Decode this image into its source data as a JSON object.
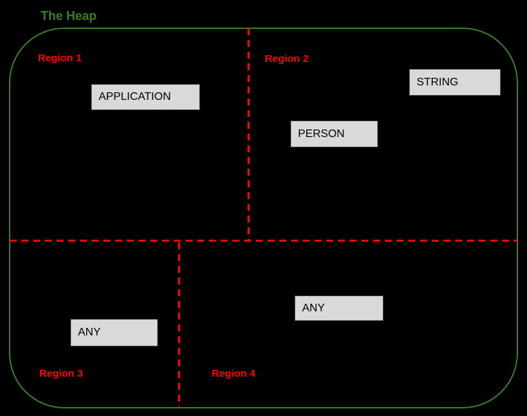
{
  "title": "The Heap",
  "regions": [
    {
      "label": "Region 1"
    },
    {
      "label": "Region 2"
    },
    {
      "label": "Region 3"
    },
    {
      "label": "Region 4"
    }
  ],
  "nodes": [
    {
      "label": "APPLICATION",
      "region": "Region 1"
    },
    {
      "label": "STRING",
      "region": "Region 2"
    },
    {
      "label": "PERSON",
      "region": "Region 2"
    },
    {
      "label": "ANY",
      "region": "Region 3"
    },
    {
      "label": "ANY",
      "region": "Region 4"
    }
  ],
  "colors": {
    "background": "#000000",
    "heap_border": "#377e22",
    "heap_title": "#377e22",
    "region_divider": "#ff0000",
    "region_label": "#ff0000",
    "node_fill": "#d9d9d9",
    "node_border": "#404040",
    "node_text": "#000000"
  }
}
